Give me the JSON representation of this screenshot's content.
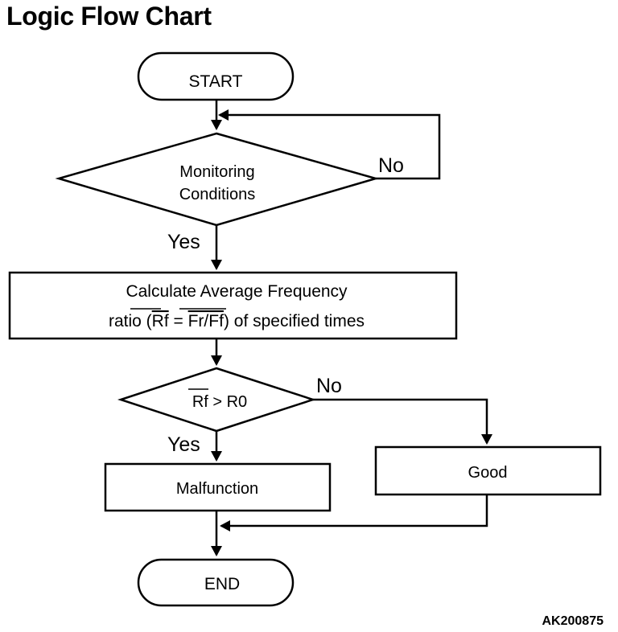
{
  "title": "Logic Flow Chart",
  "figure_id": "AK200875",
  "nodes": {
    "start": "START",
    "monitor_line1": "Monitoring",
    "monitor_line2": "Conditions",
    "calc_line1": "Calculate Average Frequency",
    "calc_line2_prefix": "ratio (",
    "calc_line2_rf": "Rf",
    "calc_line2_eq": " = ",
    "calc_line2_frff": "Fr/Ff",
    "calc_line2_suffix": ") of specified times",
    "decision_rf": "Rf",
    "decision_rest": " > R0",
    "malfunction": "Malfunction",
    "good": "Good",
    "end": "END"
  },
  "edges": {
    "monitor_no": "No",
    "monitor_yes": "Yes",
    "decision_no": "No",
    "decision_yes": "Yes"
  }
}
